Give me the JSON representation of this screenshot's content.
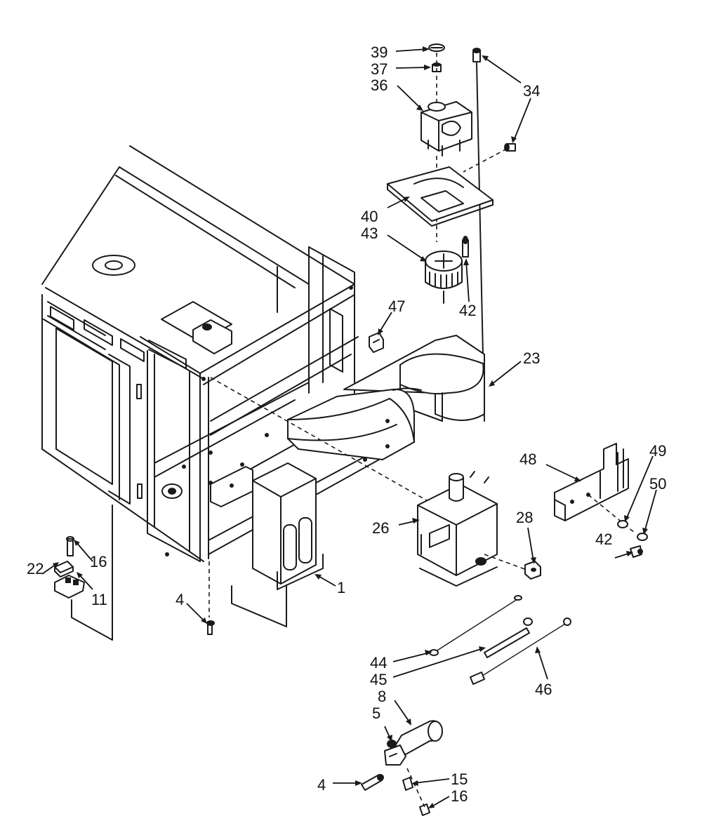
{
  "parts": [
    {
      "id": "39",
      "label": "39"
    },
    {
      "id": "37",
      "label": "37"
    },
    {
      "id": "36",
      "label": "36"
    },
    {
      "id": "34",
      "label": "34"
    },
    {
      "id": "40",
      "label": "40"
    },
    {
      "id": "43",
      "label": "43"
    },
    {
      "id": "42a",
      "label": "42"
    },
    {
      "id": "47",
      "label": "47"
    },
    {
      "id": "23",
      "label": "23"
    },
    {
      "id": "48",
      "label": "48"
    },
    {
      "id": "49",
      "label": "49"
    },
    {
      "id": "50",
      "label": "50"
    },
    {
      "id": "42b",
      "label": "42"
    },
    {
      "id": "26",
      "label": "26"
    },
    {
      "id": "28",
      "label": "28"
    },
    {
      "id": "1",
      "label": "1"
    },
    {
      "id": "16a",
      "label": "16"
    },
    {
      "id": "22",
      "label": "22"
    },
    {
      "id": "11",
      "label": "11"
    },
    {
      "id": "4a",
      "label": "4"
    },
    {
      "id": "44",
      "label": "44"
    },
    {
      "id": "45",
      "label": "45"
    },
    {
      "id": "46",
      "label": "46"
    },
    {
      "id": "8",
      "label": "8"
    },
    {
      "id": "5",
      "label": "5"
    },
    {
      "id": "4b",
      "label": "4"
    },
    {
      "id": "15",
      "label": "15"
    },
    {
      "id": "16b",
      "label": "16"
    }
  ]
}
